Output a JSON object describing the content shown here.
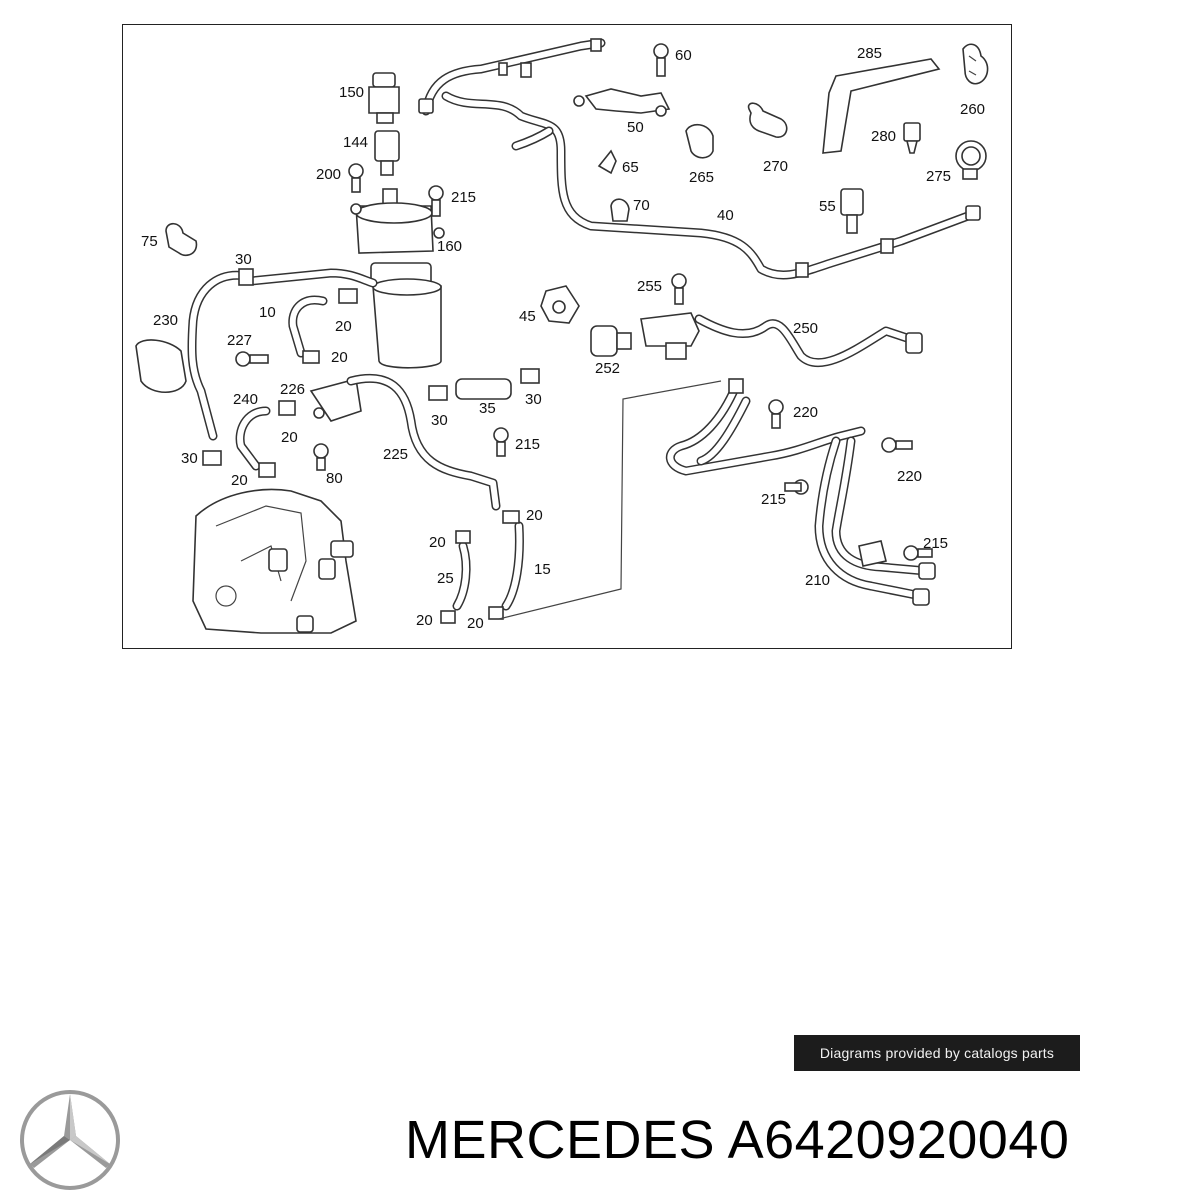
{
  "diagram": {
    "callouts": [
      {
        "id": "c60",
        "text": "60"
      },
      {
        "id": "c285",
        "text": "285"
      },
      {
        "id": "c260",
        "text": "260"
      },
      {
        "id": "c150",
        "text": "150"
      },
      {
        "id": "c50",
        "text": "50"
      },
      {
        "id": "c144",
        "text": "144"
      },
      {
        "id": "c270",
        "text": "270"
      },
      {
        "id": "c280",
        "text": "280"
      },
      {
        "id": "c265",
        "text": "265"
      },
      {
        "id": "c65",
        "text": "65"
      },
      {
        "id": "c200",
        "text": "200"
      },
      {
        "id": "c215a",
        "text": "215"
      },
      {
        "id": "c275",
        "text": "275"
      },
      {
        "id": "c70",
        "text": "70"
      },
      {
        "id": "c40",
        "text": "40"
      },
      {
        "id": "c55",
        "text": "55"
      },
      {
        "id": "c75",
        "text": "75"
      },
      {
        "id": "c160",
        "text": "160"
      },
      {
        "id": "c30a",
        "text": "30"
      },
      {
        "id": "c255",
        "text": "255"
      },
      {
        "id": "c230",
        "text": "230"
      },
      {
        "id": "c10",
        "text": "10"
      },
      {
        "id": "c20a",
        "text": "20"
      },
      {
        "id": "c45",
        "text": "45"
      },
      {
        "id": "c250",
        "text": "250"
      },
      {
        "id": "c227",
        "text": "227"
      },
      {
        "id": "c20b",
        "text": "20"
      },
      {
        "id": "c252",
        "text": "252"
      },
      {
        "id": "c240",
        "text": "240"
      },
      {
        "id": "c226",
        "text": "226"
      },
      {
        "id": "c30b",
        "text": "30"
      },
      {
        "id": "c35",
        "text": "35"
      },
      {
        "id": "c30c",
        "text": "30"
      },
      {
        "id": "c220a",
        "text": "220"
      },
      {
        "id": "c20c",
        "text": "20"
      },
      {
        "id": "c215b",
        "text": "215"
      },
      {
        "id": "c30d",
        "text": "30"
      },
      {
        "id": "c225",
        "text": "225"
      },
      {
        "id": "c220b",
        "text": "220"
      },
      {
        "id": "c20d",
        "text": "20"
      },
      {
        "id": "c80",
        "text": "80"
      },
      {
        "id": "c215c",
        "text": "215"
      },
      {
        "id": "c20e",
        "text": "20"
      },
      {
        "id": "c20f",
        "text": "20"
      },
      {
        "id": "c215d",
        "text": "215"
      },
      {
        "id": "c25",
        "text": "25"
      },
      {
        "id": "c15",
        "text": "15"
      },
      {
        "id": "c210",
        "text": "210"
      },
      {
        "id": "c20g",
        "text": "20"
      },
      {
        "id": "c20h",
        "text": "20"
      }
    ]
  },
  "caption": "Diagrams provided by catalogs parts",
  "brand": {
    "name": "MERCEDES",
    "part_number": "A6420920040",
    "logo": "mercedes-star-icon"
  },
  "title_text": "MERCEDES A6420920040",
  "colors": {
    "line": "#333333",
    "caption_bg": "#1c1c1c",
    "caption_text": "#f2f2f2",
    "logo": "#9a9a9a"
  }
}
